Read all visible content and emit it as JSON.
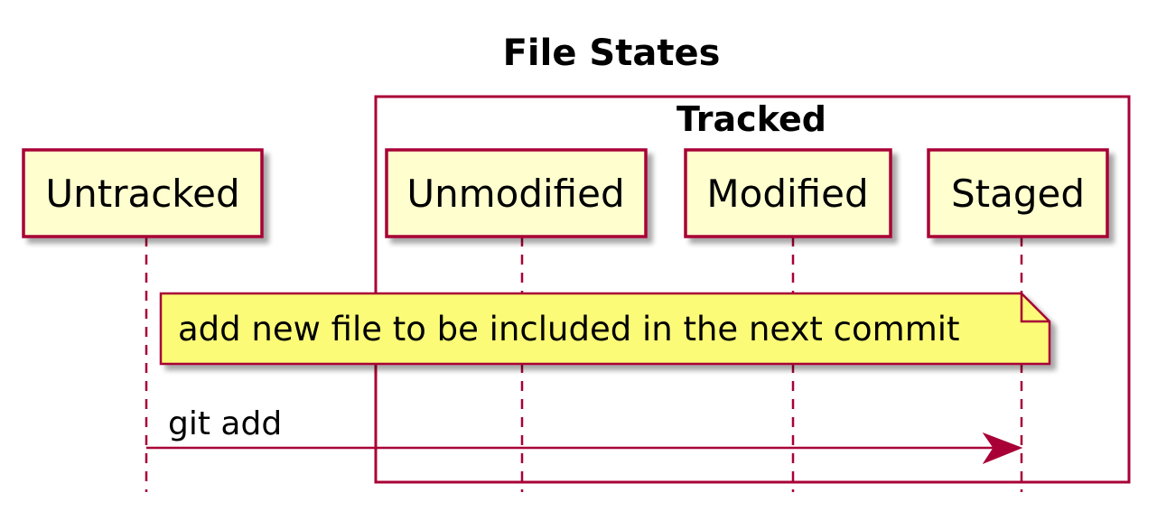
{
  "title": "File States",
  "group": {
    "label": "Tracked"
  },
  "participants": [
    {
      "label": "Untracked"
    },
    {
      "label": "Unmodified"
    },
    {
      "label": "Modified"
    },
    {
      "label": "Staged"
    }
  ],
  "note": {
    "text": "add new file to be included in the next commit"
  },
  "message": {
    "label": "git add",
    "from": "Untracked",
    "to": "Staged"
  },
  "colors": {
    "border": "#a80036",
    "participant_fill": "#fefece",
    "note_fill": "#fbfb77",
    "shadow": "#c8c8c8"
  }
}
